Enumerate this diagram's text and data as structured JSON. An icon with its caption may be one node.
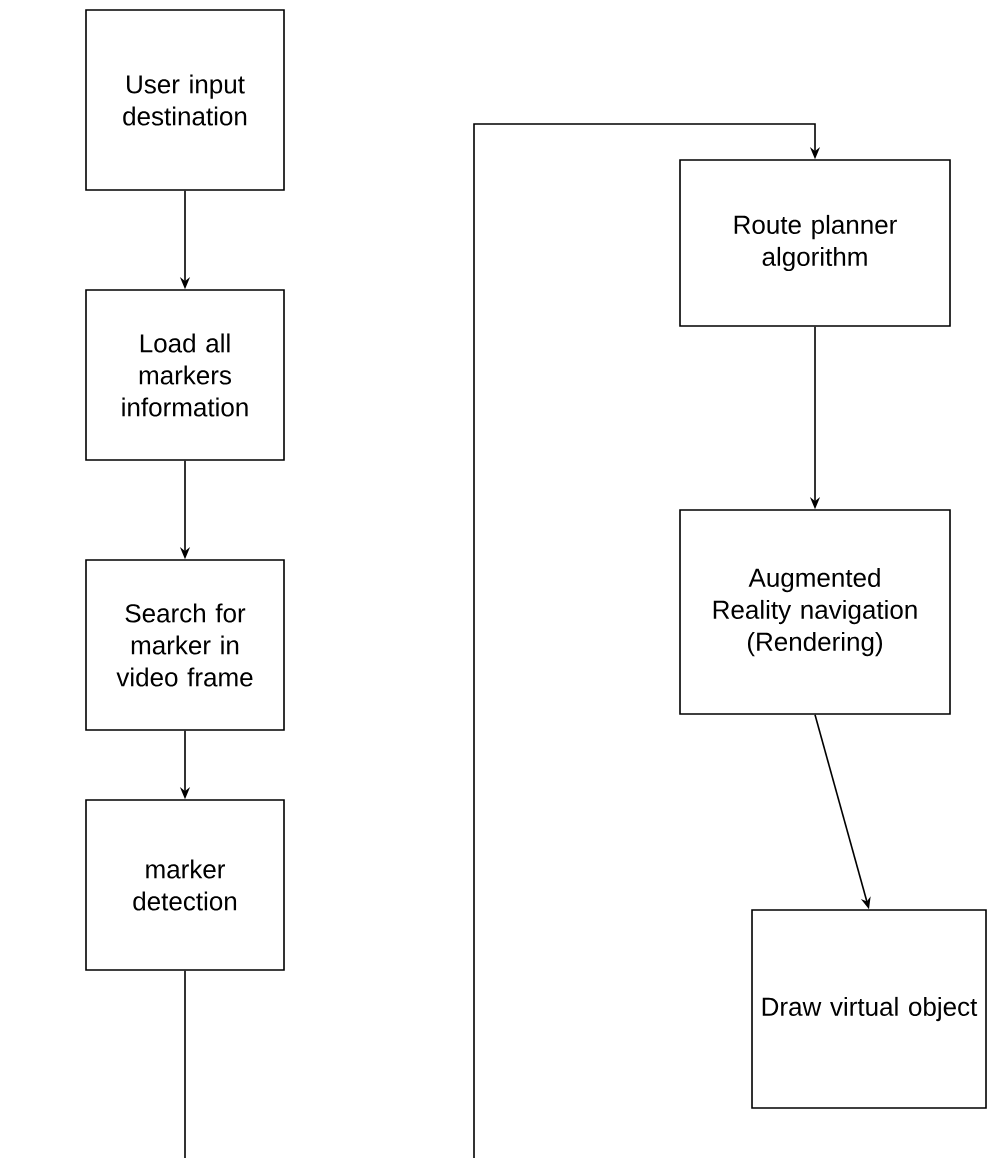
{
  "diagram": {
    "nodes": [
      {
        "text": [
          "User input destination"
        ]
      },
      {
        "text": [
          "Load all markers information"
        ]
      },
      {
        "text": [
          "Search for marker in video frame"
        ]
      },
      {
        "text": [
          "marker detection"
        ]
      },
      {
        "text": [
          "Route planner algorithm"
        ]
      },
      {
        "text": [
          "Augmented Reality navigation (Rendering)"
        ]
      },
      {
        "text": [
          "Draw virtual object"
        ]
      }
    ],
    "edges": [
      {
        "from": 0,
        "to": 1,
        "arrow": "to"
      },
      {
        "from": 1,
        "to": 2,
        "arrow": "to"
      },
      {
        "from": 2,
        "to": 3,
        "arrow": "to"
      },
      {
        "from": 3,
        "to": null,
        "arrow": "none"
      },
      {
        "from": null,
        "to": 4,
        "arrow": "to"
      },
      {
        "from": 4,
        "to": 5,
        "arrow": "to"
      },
      {
        "from": 5,
        "to": 6,
        "arrow": "to"
      }
    ]
  }
}
